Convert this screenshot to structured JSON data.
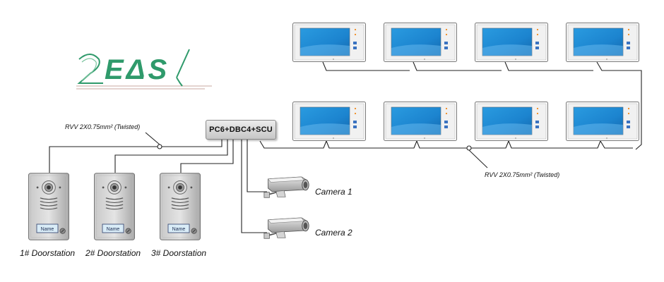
{
  "logo": {
    "text": "2EASY",
    "color": "#2f9a6b"
  },
  "controller": {
    "label": "PC6+DBC4+SCU"
  },
  "cable_left": {
    "label": "RVV 2X0.75mm² (Twisted)"
  },
  "cable_right": {
    "label": "RVV 2X0.75mm² (Twisted)"
  },
  "doorstations": [
    {
      "caption": "1# Doorstation",
      "name_tag": "Name"
    },
    {
      "caption": "2# Doorstation",
      "name_tag": "Name"
    },
    {
      "caption": "3# Doorstation",
      "name_tag": "Name"
    }
  ],
  "cameras": [
    {
      "label": "Camera 1"
    },
    {
      "label": "Camera 2"
    }
  ],
  "monitors": {
    "rows": 2,
    "per_row": 4,
    "screen_color": "#1b86cf",
    "led_color": "#f08a1c"
  }
}
